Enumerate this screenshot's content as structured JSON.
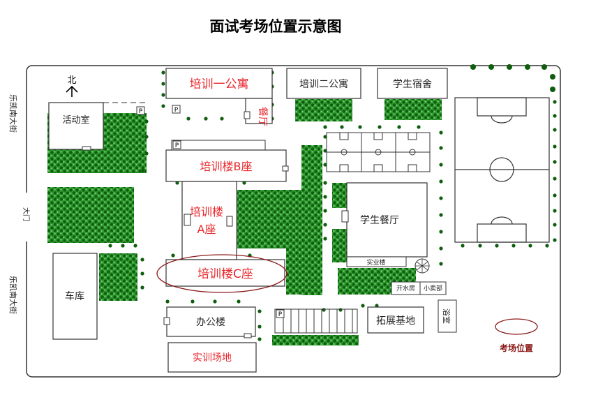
{
  "title": "面试考场位置示意图",
  "compass": "北",
  "street_top": "乐凯南大街",
  "street_bottom": "乐凯南大街",
  "main_gate": "大门",
  "buildings": {
    "activity_room": "活动室",
    "dorm_one": "培训一公寓",
    "dorm_two": "培训二公寓",
    "student_dorm": "学生宿舍",
    "canteen_small": "餐厅",
    "building_b": "培训楼B座",
    "building_a_line1": "培训楼",
    "building_a_line2": "A座",
    "building_c": "培训楼C座",
    "student_canteen": "学生餐厅",
    "lab_building": "实业楼",
    "boiler_room": "开水房",
    "shop": "小卖部",
    "garage": "车库",
    "office": "办公楼",
    "training_ground": "实训场地",
    "outward_base": "拓展基地",
    "bathroom": "浴室"
  },
  "parking_symbol": "P",
  "legend": {
    "label": "考场位置",
    "color": "#8b1a1a"
  },
  "colors": {
    "highlight_text": "#e8262a",
    "tree": "#1f8a1f",
    "tree_dark": "#0e5e0e",
    "exam_ring": "#8b1a1a"
  }
}
